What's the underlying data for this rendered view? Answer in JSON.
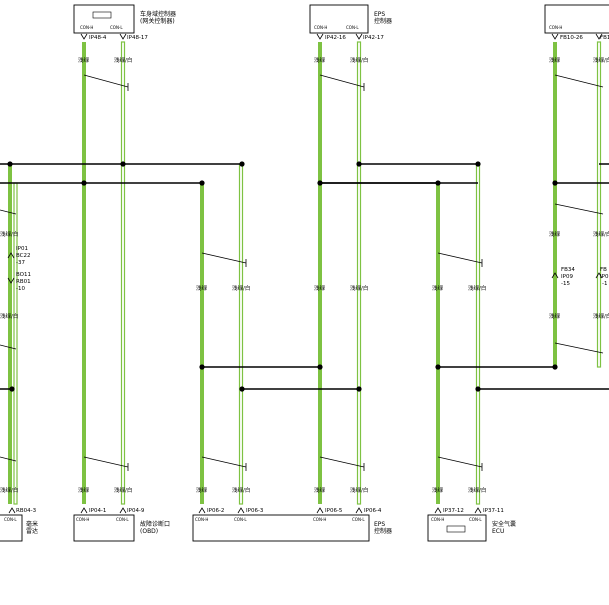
{
  "modules": {
    "body_controller": {
      "name": "车身域控制器",
      "subtitle": "(网关控制器)",
      "pin_h": "CON-H",
      "pin_l": "CON-L",
      "pin_h_id": "IP48-4",
      "pin_l_id": "IP48-17"
    },
    "eps_top": {
      "name": "EPS",
      "subtitle": "控制器",
      "pin_h": "CON-H",
      "pin_l": "CON-L",
      "pin_h_id": "IP42-16",
      "pin_l_id": "IP42-17"
    },
    "right_top": {
      "pin_h": "CON-H",
      "pin_h_id": "FB10-26",
      "pin_l_id": "FB1"
    },
    "radar": {
      "name": "毫米",
      "subtitle": "雷达",
      "pin_l": "CON-L",
      "pin_id": "RB04-3"
    },
    "obd": {
      "name": "故障诊断口",
      "subtitle": "(OBD)",
      "pin_h": "CON-H",
      "pin_l": "CON-L",
      "pin_h_id": "IP04-1",
      "pin_l_id": "IP04-9"
    },
    "eps_bottom": {
      "name": "EPS",
      "subtitle": "控制器",
      "pin1": "CON-H",
      "pin2": "CON-L",
      "pin3": "CON-H",
      "pin4": "CON-L",
      "pin1_id": "IP06-2",
      "pin2_id": "IP06-3",
      "pin3_id": "IP06-5",
      "pin4_id": "IP06-4"
    },
    "airbag": {
      "name": "安全气囊",
      "subtitle": "ECU",
      "pin_h": "CON-H",
      "pin_l": "CON-L",
      "pin_h_id": "IP37-12",
      "pin_l_id": "IP37-11"
    }
  },
  "wire_labels": {
    "green": "浅绿",
    "green_white": "浅绿/白"
  },
  "connectors": {
    "left_1": [
      "IP01",
      "BC22",
      "-37"
    ],
    "left_2": [
      "BO11",
      "RB01",
      "-10"
    ],
    "right_1": [
      "FB34",
      "IP09",
      "-15"
    ],
    "right_2": [
      "FB",
      "IP0",
      "-1"
    ]
  },
  "colors": {
    "wire_green": "#7ec242",
    "wire_outline": "#4e8a1f",
    "bus": "#000000"
  }
}
